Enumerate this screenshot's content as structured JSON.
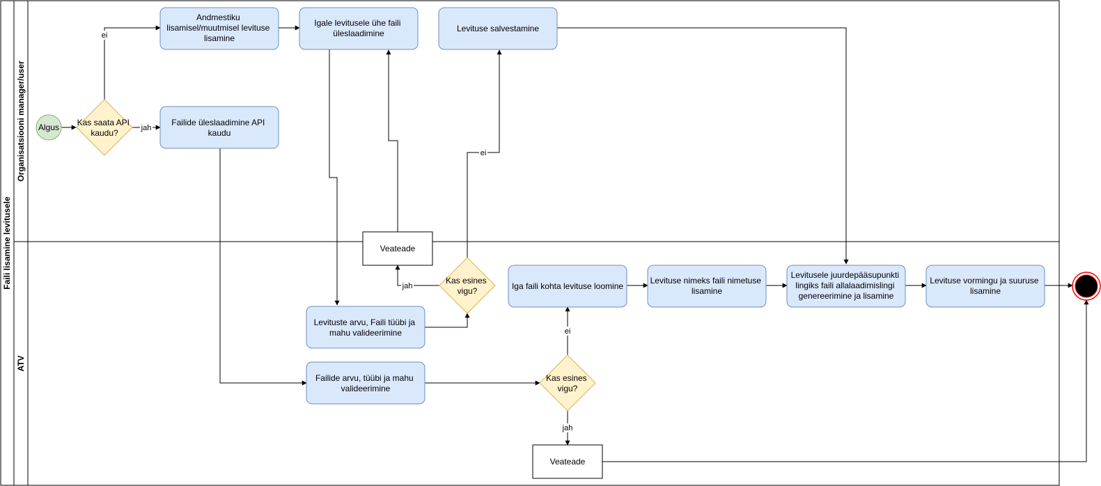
{
  "pool": {
    "title": "Faili lisamine levitusele",
    "lanes": [
      {
        "id": "user",
        "title": "Organisatsiooni manager/user"
      },
      {
        "id": "atv",
        "title": "ATV"
      }
    ]
  },
  "nodes": {
    "start": {
      "label": "Algus"
    },
    "gw_api": {
      "label": [
        "Kas saata API",
        "kaudu?"
      ]
    },
    "metadata": {
      "label": [
        "Andmestiku",
        "lisamisel/muutmisel levituse",
        "lisamine"
      ]
    },
    "upload_one": {
      "label": [
        "Igale levitusele ühe faili",
        "üleslaadimine"
      ]
    },
    "save": {
      "label": [
        "Levituse salvestamine"
      ]
    },
    "api_upload": {
      "label": [
        "Failide üleslaadimine API",
        "kaudu"
      ]
    },
    "err1": {
      "label": [
        "Veateade"
      ]
    },
    "gw_err1": {
      "label": [
        "Kas esines",
        "vigu?"
      ]
    },
    "validate1": {
      "label": [
        "Levituste arvu, Faili tüübi ja",
        "mahu valideerimine"
      ]
    },
    "validate2": {
      "label": [
        "Failide arvu, tüübi ja mahu",
        "valideerimine"
      ]
    },
    "gw_err2": {
      "label": [
        "Kas esines",
        "vigu?"
      ]
    },
    "err2": {
      "label": [
        "Veateade"
      ]
    },
    "create": {
      "label": [
        "Iga faili kohta levituse loomine"
      ]
    },
    "name": {
      "label": [
        "Levituse nimeks faili nimetuse",
        "lisamine"
      ]
    },
    "link": {
      "label": [
        "Levitusele juurdepääsupunkti",
        "lingiks faili allalaadimislingi",
        "genereerimine ja lisamine"
      ]
    },
    "format": {
      "label": [
        "Levituse vormingu ja suuruse",
        "lisamine"
      ]
    }
  },
  "edge_labels": {
    "api_no": "ei",
    "api_yes": "jah",
    "err1_yes": "jah",
    "err1_no": "ei",
    "err2_no": "ei",
    "err2_yes": "jah"
  },
  "colors": {
    "task_fill": "#dae8fc",
    "task_stroke": "#6c8ebf",
    "gateway_fill": "#fff2cc",
    "gateway_stroke": "#d6b656",
    "start_fill": "#d5e8d4",
    "start_stroke": "#82b366",
    "end_stroke": "#ff0000"
  }
}
